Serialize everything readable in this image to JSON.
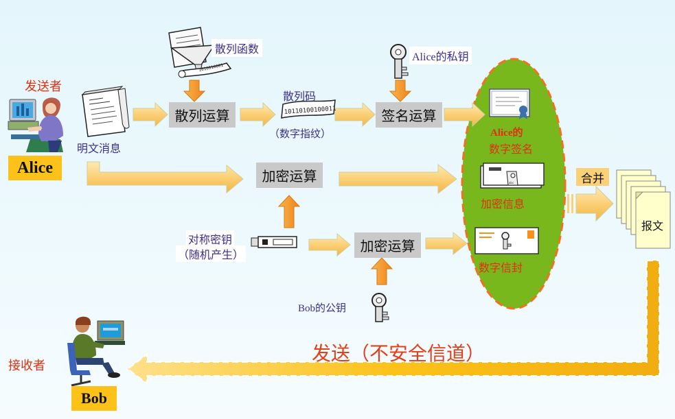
{
  "sender": {
    "role": "发送者",
    "name": "Alice"
  },
  "receiver": {
    "role": "接收者",
    "name": "Bob"
  },
  "plaintext_label": "明文消息",
  "hash": {
    "function_label": "散列函数",
    "operation_label": "散列运算",
    "code_label": "散列码",
    "code_note": "（数字指纹）",
    "code_bits": "10110100100011"
  },
  "signing": {
    "key_label": "Alice的私钥",
    "operation_label": "签名运算"
  },
  "encryption": {
    "operation_label": "加密运算",
    "key_label_line1": "对称密钥",
    "key_label_line2": "（随机产生）"
  },
  "envelope": {
    "operation_label": "加密运算",
    "key_label": "Bob的公钥"
  },
  "bundle": {
    "signature_label_line1": "Alice的",
    "signature_label_line2": "数字签名",
    "encrypted_info_label": "加密信息",
    "digital_envelope_label": "数字信封"
  },
  "merge_label": "合并",
  "message_label": "报文",
  "send_label": "发送（不安全信道）",
  "colors": {
    "arrow_fill": "#fcd077",
    "arrow_stroke": "#cfcf9a",
    "op_box": "#c9c9c9",
    "name_box": "#fcc21a",
    "bundle_fill": "#79b81d",
    "bundle_border": "#f37021",
    "red_text": "#e03010",
    "orange_arrow": "#f5921e",
    "purple_text": "#3c2f8f",
    "send_text": "#e0401a"
  },
  "icons": [
    "person-at-computer-icon",
    "document-icon",
    "funnel-icon",
    "key-icon",
    "certificate-icon",
    "envelope-icon",
    "stacked-pages-icon",
    "usb-key-icon"
  ]
}
